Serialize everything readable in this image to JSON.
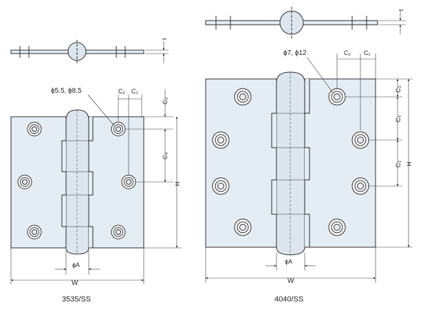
{
  "colors": {
    "plate_fill": "#e4ecf4",
    "knuckle_fill": "#dde6ef",
    "line": "#2a2a2a",
    "dim_line": "#333333"
  },
  "hinges": [
    {
      "model_label": "3535/SS",
      "hole_label": "ϕ5.5, ϕ8.5",
      "dims": {
        "c1": "C₁",
        "c2": "C₂",
        "c3": "C₃",
        "c4": "C₄",
        "h": "H",
        "w": "W",
        "pin": "ϕA",
        "t": "t"
      }
    },
    {
      "model_label": "4040/SS",
      "hole_label": "ϕ7, ϕ12",
      "dims": {
        "c1": "C₁",
        "c2": "C₂",
        "c3": "C₃",
        "c4": "C₄",
        "c3b": "C₃",
        "h": "H",
        "w": "W",
        "pin": "ϕA",
        "t": "t"
      }
    }
  ]
}
